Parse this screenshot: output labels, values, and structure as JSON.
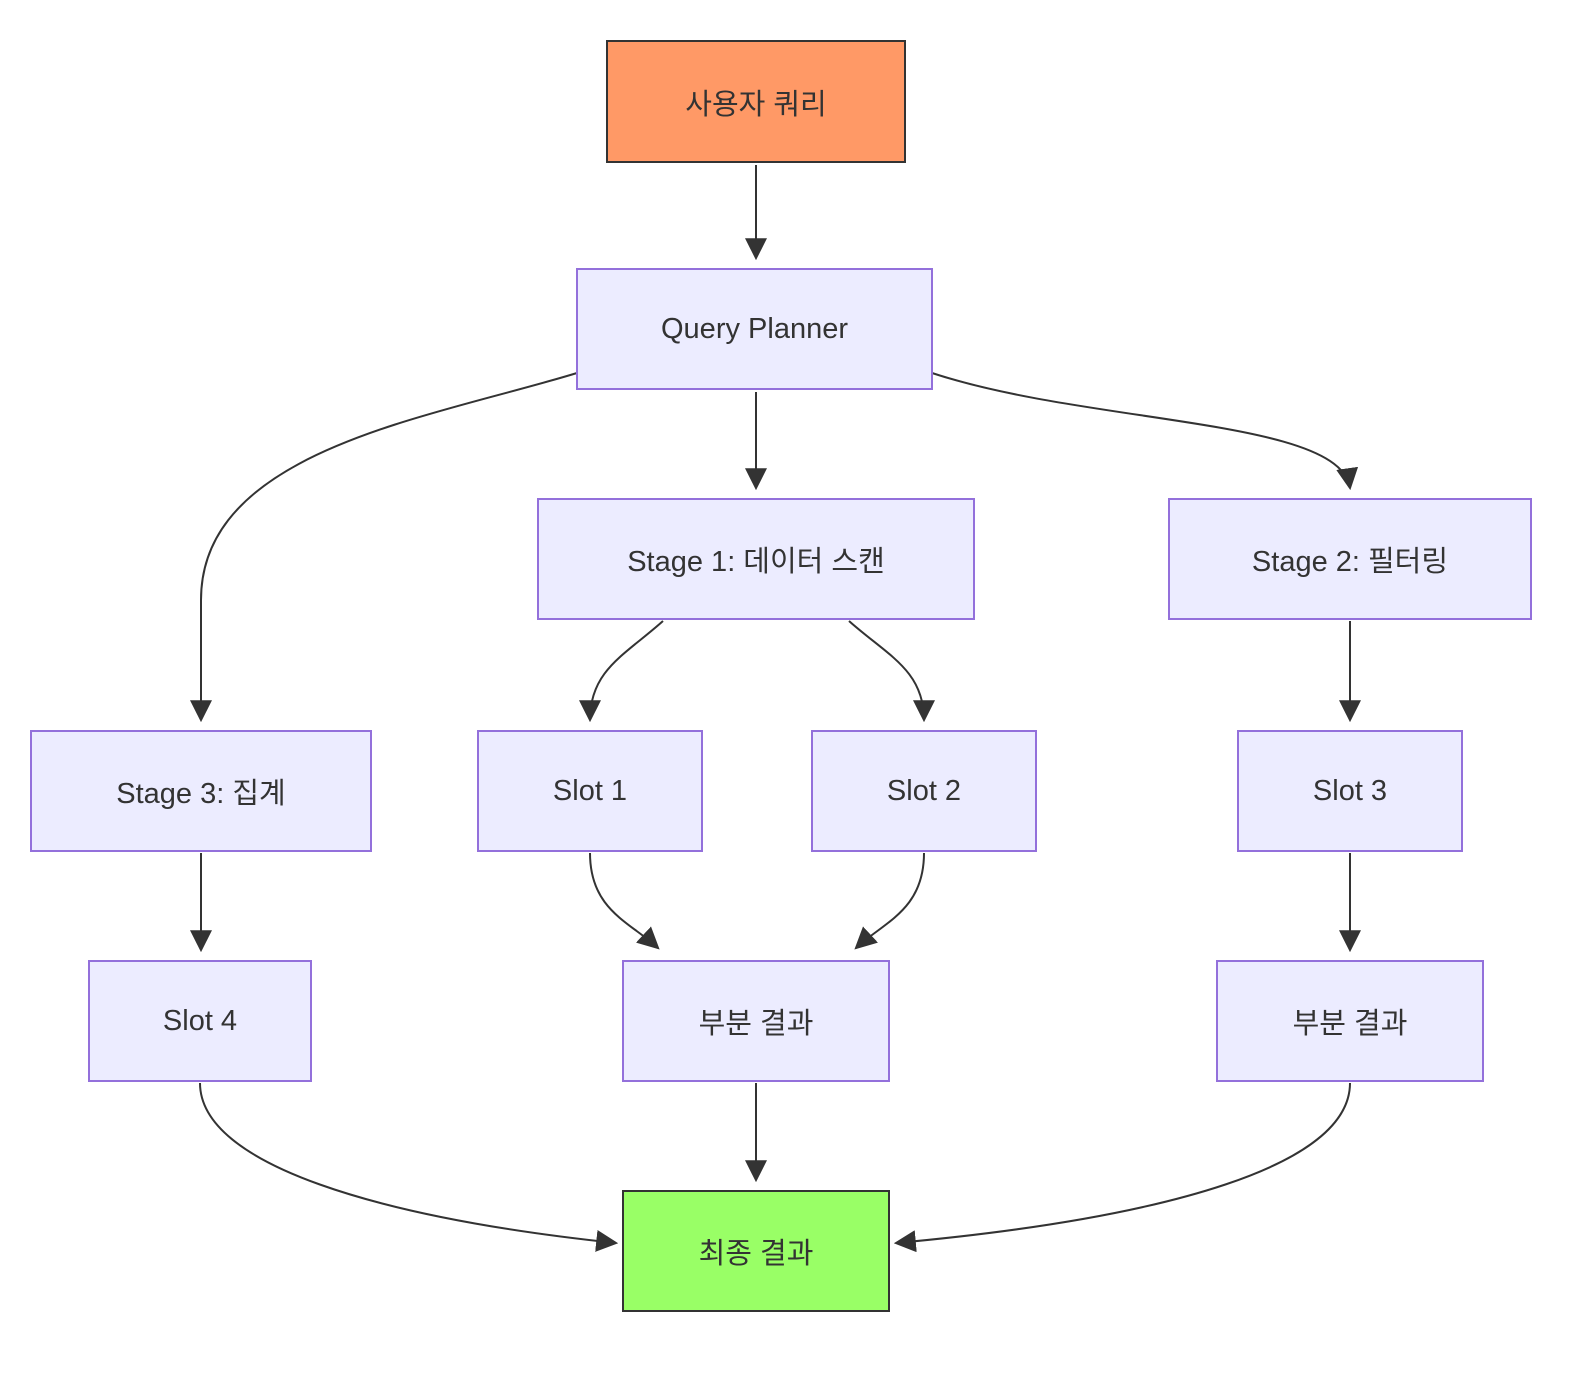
{
  "diagram": {
    "type": "flowchart",
    "direction": "top-down",
    "background": "#ffffff",
    "colors": {
      "node_fill": "#ECECFF",
      "node_border": "#9370DB",
      "source_fill": "#ff9966",
      "source_border": "#333333",
      "final_fill": "#99ff66",
      "final_border": "#333333",
      "edge": "#333333",
      "text": "#333333"
    },
    "nodes": {
      "user_query": {
        "label": "사용자 쿼리",
        "style": "orange"
      },
      "query_planner": {
        "label": "Query Planner",
        "style": "lavender"
      },
      "stage1": {
        "label": "Stage 1: 데이터 스캔",
        "style": "lavender"
      },
      "stage2": {
        "label": "Stage 2: 필터링",
        "style": "lavender"
      },
      "stage3": {
        "label": "Stage 3: 집계",
        "style": "lavender"
      },
      "slot1": {
        "label": "Slot 1",
        "style": "lavender"
      },
      "slot2": {
        "label": "Slot 2",
        "style": "lavender"
      },
      "slot3": {
        "label": "Slot 3",
        "style": "lavender"
      },
      "slot4": {
        "label": "Slot 4",
        "style": "lavender"
      },
      "partial_center": {
        "label": "부분 결과",
        "style": "lavender"
      },
      "partial_right": {
        "label": "부분 결과",
        "style": "lavender"
      },
      "final_result": {
        "label": "최종 결과",
        "style": "green"
      }
    },
    "edges": [
      {
        "from": "user_query",
        "to": "query_planner"
      },
      {
        "from": "query_planner",
        "to": "stage1"
      },
      {
        "from": "query_planner",
        "to": "stage2"
      },
      {
        "from": "query_planner",
        "to": "stage3"
      },
      {
        "from": "stage1",
        "to": "slot1"
      },
      {
        "from": "stage1",
        "to": "slot2"
      },
      {
        "from": "stage2",
        "to": "slot3"
      },
      {
        "from": "stage3",
        "to": "slot4"
      },
      {
        "from": "slot1",
        "to": "partial_center"
      },
      {
        "from": "slot2",
        "to": "partial_center"
      },
      {
        "from": "slot3",
        "to": "partial_right"
      },
      {
        "from": "slot4",
        "to": "final_result"
      },
      {
        "from": "partial_center",
        "to": "final_result"
      },
      {
        "from": "partial_right",
        "to": "final_result"
      }
    ]
  }
}
